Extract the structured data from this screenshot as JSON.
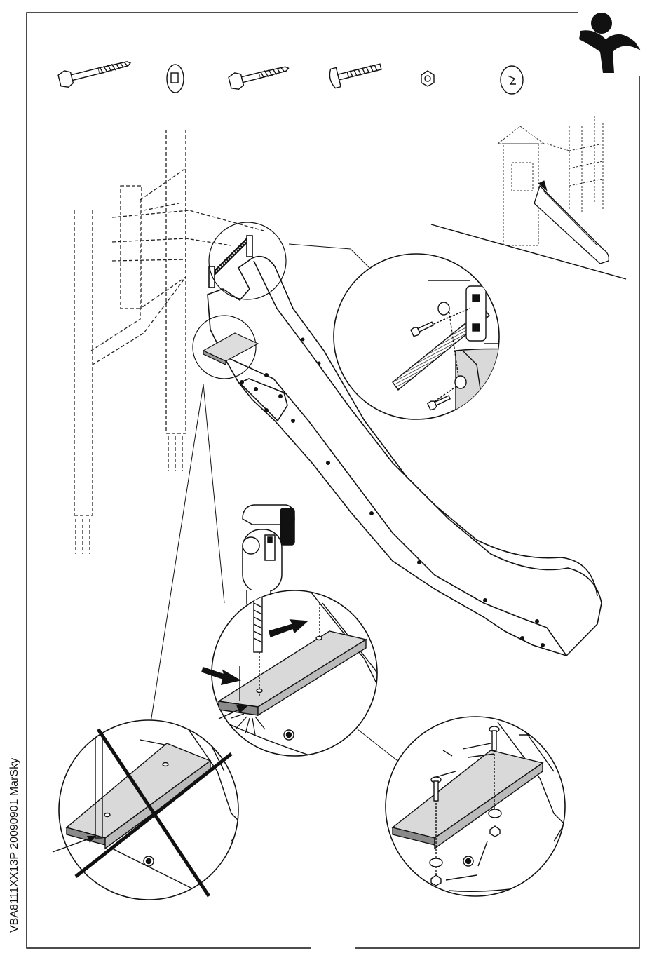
{
  "document": {
    "doc_code": "VBA8111XX13P 20090901",
    "brand": "MarSky",
    "logo_icon": "jumping-figure-logo"
  },
  "hardware_parts": [
    {
      "name": "long-lag-screw"
    },
    {
      "name": "square-washer-cap"
    },
    {
      "name": "short-lag-screw"
    },
    {
      "name": "carriage-bolt"
    },
    {
      "name": "hex-nut"
    },
    {
      "name": "cap-nut-cover"
    }
  ],
  "colors": {
    "line": "#111111",
    "part_fill": "#d9d9d9",
    "dashed": "#222222"
  }
}
